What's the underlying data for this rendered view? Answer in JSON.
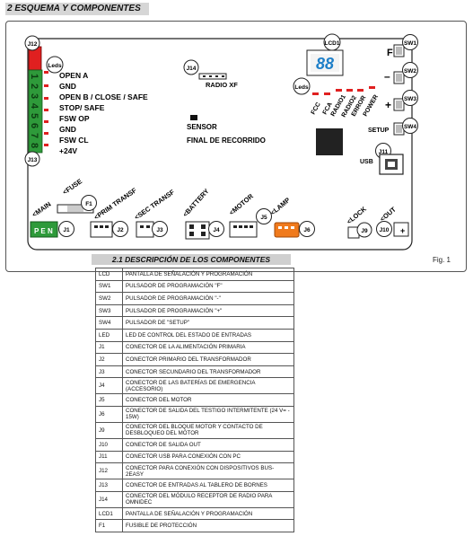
{
  "section_title": "2  ESQUEMA Y COMPONENTES",
  "figure_label": "Fig. 1",
  "board": {
    "terminals": [
      "1",
      "2",
      "3",
      "4",
      "5",
      "6",
      "7",
      "8"
    ],
    "terminal_labels": [
      "OPEN A",
      "GND",
      "OPEN B / CLOSE / SAFE",
      "STOP/ SAFE",
      "FSW OP",
      "GND",
      "FSW CL",
      "+24V"
    ],
    "j12": "J12",
    "j13": "J13",
    "leds_left": "Leds",
    "j14": "J14",
    "radio_xf": "RADIO XF",
    "sensor": "SENSOR",
    "final_recorrido": "FINAL DE RECORRIDO",
    "lcd1": "LCD1",
    "lcd_digits": "88",
    "leds_right": "Leds",
    "led_labels": [
      "FCC",
      "FCA",
      "RADIO1",
      "RADIO2",
      "ERROR",
      "POWER"
    ],
    "buttons": [
      {
        "id": "SW1",
        "symbol": "F"
      },
      {
        "id": "SW2",
        "symbol": "–"
      },
      {
        "id": "SW3",
        "symbol": "+"
      },
      {
        "id": "SW4",
        "symbol": "SETUP"
      }
    ],
    "j11": "J11",
    "usb": "USB",
    "fuse_label": "<FUSE",
    "f1": "F1",
    "main_label": "<MAIN",
    "j1": "J1",
    "pen": "P E N",
    "prim_label": "<PRIM TRANSF",
    "j2": "J2",
    "sec_label": "<SEC TRANSF",
    "j3": "J3",
    "battery_label": "<BATTERY",
    "j4": "J4",
    "motor_label": "<MOTOR",
    "j5": "J5",
    "lamp_label": "<LAMP",
    "j6": "J6",
    "lock_label": "<LOCK",
    "j9": "J9",
    "out_label": "<OUT",
    "j10": "J10"
  },
  "table": {
    "title": "2.1  DESCRIPCIÓN DE LOS COMPONENTES",
    "rows": [
      {
        "code": "LCD",
        "desc": "PANTALLA DE SEÑALACIÓN Y PROGRAMACIÓN"
      },
      {
        "code": "SW1",
        "desc": "PULSADOR DE PROGRAMACIÓN \"F\""
      },
      {
        "code": "SW2",
        "desc": "PULSADOR DE PROGRAMACIÓN \"-\""
      },
      {
        "code": "SW3",
        "desc": "PULSADOR DE PROGRAMACIÓN \"+\""
      },
      {
        "code": "SW4",
        "desc": "PULSADOR DE \"SETUP\""
      },
      {
        "code": "LED",
        "desc": "LED DE CONTROL DEL ESTADO DE ENTRADAS"
      },
      {
        "code": "J1",
        "desc": "CONECTOR DE LA ALIMENTACIÓN PRIMARIA"
      },
      {
        "code": "J2",
        "desc": "CONECTOR PRIMARIO DEL TRANSFORMADOR"
      },
      {
        "code": "J3",
        "desc": "CONECTOR SECUNDARIO DEL TRANSFORMADOR"
      },
      {
        "code": "J4",
        "desc": "CONECTOR DE LAS BATERÍAS DE EMERGENCIA (ACCESORIO)"
      },
      {
        "code": "J5",
        "desc": "CONECTOR DEL MOTOR"
      },
      {
        "code": "J6",
        "desc": "CONECTOR DE SALIDA DEL TESTIGO INTERMITENTE (24 V= - 15W)"
      },
      {
        "code": "J9",
        "desc": "CONECTOR DEL BLOQUE MOTOR Y CONTACTO DE DESBLOQUEO DEL MOTOR"
      },
      {
        "code": "J10",
        "desc": "CONECTOR DE SALIDA OUT"
      },
      {
        "code": "J11",
        "desc": "CONECTOR USB PARA CONEXIÓN CON PC"
      },
      {
        "code": "J12",
        "desc": "CONECTOR PARA CONEXIÓN CON DISPOSITIVOS BUS-2EASY"
      },
      {
        "code": "J13",
        "desc": "CONECTOR DE ENTRADAS AL TABLERO DE BORNES"
      },
      {
        "code": "J14",
        "desc": "CONECTOR DEL MÓDULO RECEPTOR DE RADIO PARA OMNIDEC"
      },
      {
        "code": "LCD1",
        "desc": "PANTALLA DE SEÑALACIÓN Y PROGRAMACIÓN"
      },
      {
        "code": "F1",
        "desc": "FUSIBLE DE PROTECCIÓN"
      }
    ]
  }
}
